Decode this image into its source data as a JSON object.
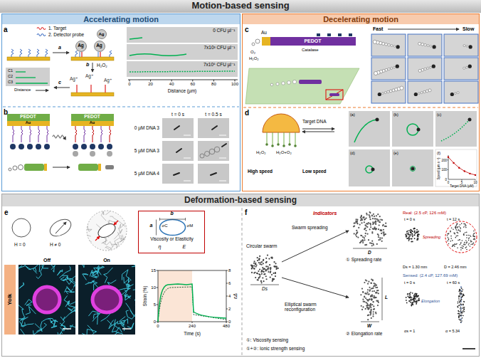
{
  "diagram": {
    "title": "Motion-based sensing",
    "nodes": [
      {
        "text": [
          "Accelerating motion"
        ]
      },
      {
        "text": [
          "Ag"
        ],
        "in": 0
      },
      {
        "text": [
          "Ag"
        ],
        "in": 0
      },
      {
        "text": [
          "Ag"
        ],
        "in": 0
      },
      {
        "text": [
          "0 CFU µl⁻¹"
        ],
        "in": 0
      },
      {
        "text": [
          "7x10³ CFU µl⁻¹"
        ],
        "in": 0
      },
      {
        "text": [
          "7x10⁵ CFU µl⁻¹"
        ],
        "in": 0
      },
      {
        "text": [
          "PEDOT"
        ],
        "in": 0
      },
      {
        "text": [
          "Au"
        ],
        "in": 0
      },
      {
        "text": [
          "PEDOT"
        ],
        "in": 0
      },
      {
        "text": [
          "Au"
        ],
        "in": 0
      },
      {
        "text": [
          "Decelerating motion"
        ]
      },
      {
        "text": [
          "PEDOT"
        ],
        "in": 11
      },
      {
        "text": [
          "Deformation-based sensing"
        ]
      },
      {
        "text": [
          "b",
          "a",
          "σC",
          "σM",
          "Viscosity or Elasticity",
          "η",
          "E"
        ],
        "in": 13
      },
      {
        "text": [
          "Yolk"
        ],
        "in": 13
      }
    ],
    "labels": [
      "a",
      "1. Target",
      "2. Detector probe",
      "a",
      "b",
      "H₂O₂",
      "Ag⁺",
      "Ag⁺",
      "Ag⁺",
      "c",
      "C1",
      "C2",
      "C3",
      "Distance",
      "0",
      "20",
      "40",
      "60",
      "80",
      "100",
      "Distance (µm)",
      "b",
      "t = 0 s",
      "t = 0.5 s",
      "0 µM DNA 3",
      "5 µM DNA 3",
      "5 µM DNA 4",
      "c",
      "Au",
      "Catalase",
      "O₂",
      "H₂O₂",
      "Fast",
      "Slow",
      "d",
      "Target DNA",
      "H₂O₂",
      "H₂O+O₂",
      "High speed",
      "Low speed",
      "(a)",
      "(b)",
      "(c)",
      "(d)",
      "(e)",
      "(f)",
      "Speed (µm s⁻¹)",
      "0",
      "100",
      "200",
      "0",
      "5",
      "10",
      "Target DNA (µM)",
      "e",
      "H = 0",
      "H ≠ 0",
      "Off",
      "On",
      "0",
      "5",
      "10",
      "15",
      "Strain (%)",
      "0",
      "2",
      "4",
      "6",
      "8",
      "εΔ",
      "0",
      "240",
      "480",
      "Time (s)",
      "f",
      "Indicators",
      "Circular swarm",
      "Ds",
      "Swarm spreading",
      "D",
      "① Spreading rate",
      "Elliptical swarm reconfiguration",
      "L",
      "W",
      "② Elongation rate",
      "①: Viscosity sensing",
      "①+②: Ionic strength sensing",
      "Real: (2.5 cP, 126 mM)",
      "t = 0 s",
      "t = 12 s",
      "Spreading",
      "Ds = 1.30 mm",
      "D = 2.46 mm",
      "Sensed: (2.4 cP, 127.69 mM)",
      "t = 0 s",
      "t = 60 s",
      "Elongation",
      "αs = 1",
      "α = 5.34"
    ]
  }
}
